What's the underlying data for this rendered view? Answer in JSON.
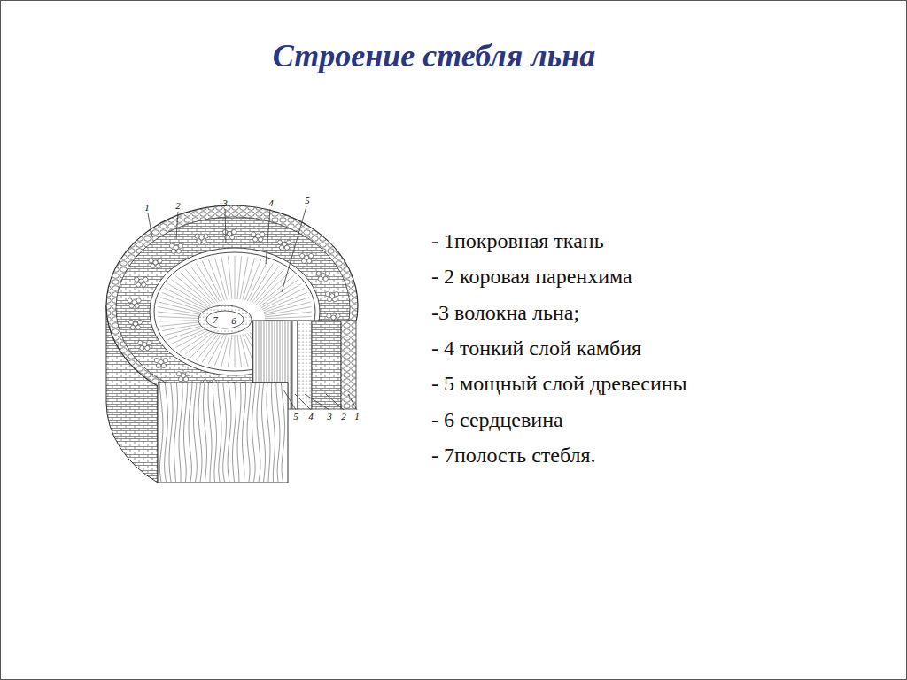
{
  "diagram": {
    "title": "Строение стебля льна",
    "labels": [
      "1",
      "2",
      "3",
      "4",
      "5",
      "7",
      "6",
      "5",
      "4",
      "3",
      "2",
      "1",
      "- 1покровная ткань",
      "- 2 коровая паренхима",
      "-3 волокна льна;",
      "- 4 тонкий слой камбия",
      "- 5 мощный слой древесины",
      "- 6 сердцевина",
      "- 7полость стебля."
    ]
  }
}
